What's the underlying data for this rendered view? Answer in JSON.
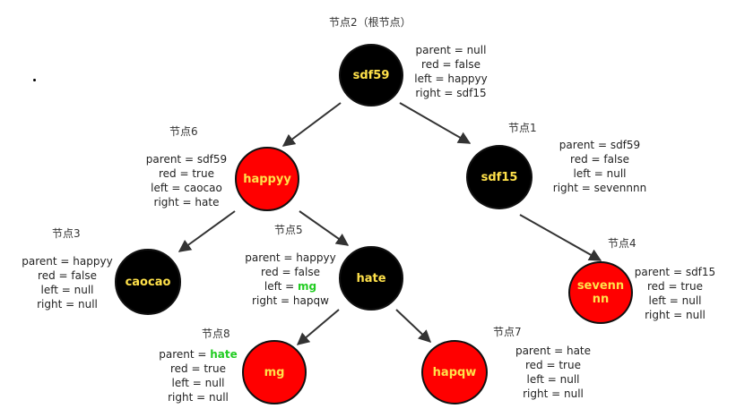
{
  "nodes": {
    "sdf59": {
      "title": "节点2（根节点）",
      "label": "sdf59",
      "parent": "parent = null",
      "red": "red = false",
      "left": "left = happyy",
      "right": "right = sdf15"
    },
    "sdf15": {
      "title": "节点1",
      "label": "sdf15",
      "parent": "parent = sdf59",
      "red": "red = false",
      "left": "left = null",
      "right": "right = sevennnn"
    },
    "happyy": {
      "title": "节点6",
      "label": "happyy",
      "parent": "parent = sdf59",
      "red": "red = true",
      "left": "left = caocao",
      "right": "right = hate"
    },
    "caocao": {
      "title": "节点3",
      "label": "caocao",
      "parent": "parent = happyy",
      "red": "red = false",
      "left": "left = null",
      "right": "right = null"
    },
    "hate": {
      "title": "节点5",
      "label": "hate",
      "parent": "parent = happyy",
      "red": "red = false",
      "left_prefix": "left = ",
      "left_value": "mg",
      "right": "right = hapqw"
    },
    "sevennn": {
      "title": "节点4",
      "label_line1": "sevenn",
      "label_line2": "nn",
      "parent": "parent = sdf15",
      "red": "red = true",
      "left": "left = null",
      "right": "right = null"
    },
    "mg": {
      "title": "节点8",
      "label": "mg",
      "parent_prefix": "parent = ",
      "parent_value": "hate",
      "red": "red = true",
      "left": "left = null",
      "right": "right = null"
    },
    "hapqw": {
      "title": "节点7",
      "label": "hapqw",
      "parent": "parent = hate",
      "red": "red = true",
      "left": "left = null",
      "right": "right = null"
    }
  },
  "colors": {
    "black_node": "#000000",
    "red_node": "#ff0000",
    "node_text": "#ffe14a",
    "highlight": "#22cc22",
    "edge": "#333333"
  }
}
